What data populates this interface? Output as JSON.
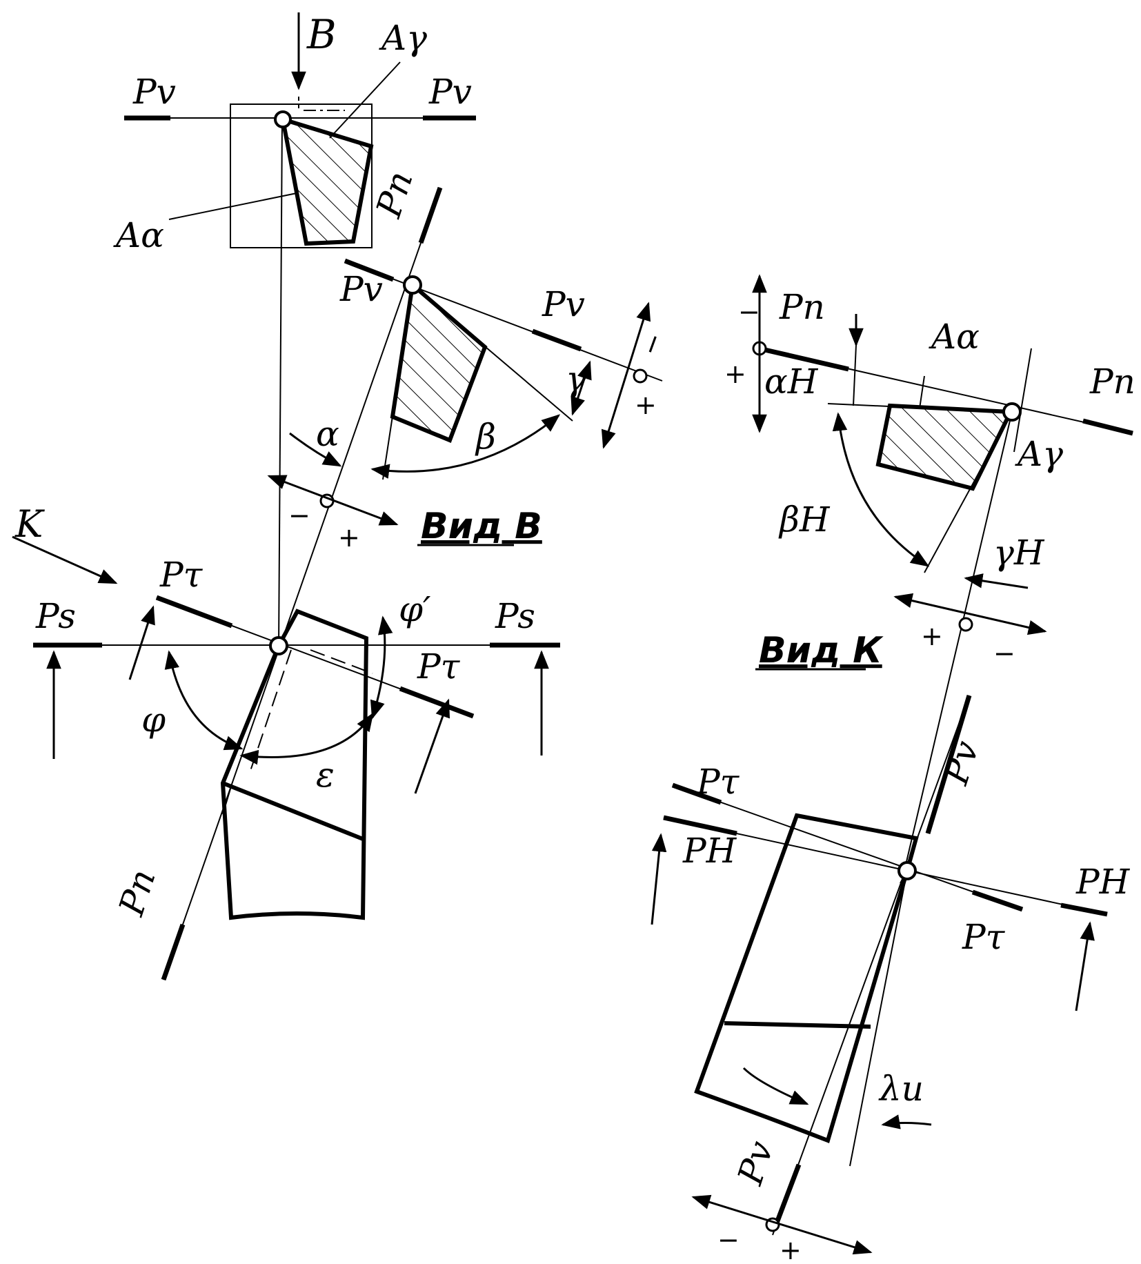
{
  "labels": {
    "B": "B",
    "A_gamma": "Aγ",
    "A_alpha": "Aα",
    "P_v": "Pv",
    "P_n": "Pn",
    "P_tau": "Pτ",
    "P_s": "Ps",
    "P_H": "PH",
    "K": "K",
    "alpha": "α",
    "beta": "β",
    "gamma": "γ",
    "phi": "φ",
    "phi_prime": "φ′",
    "epsilon": "ε",
    "alpha_H": "αH",
    "beta_H": "βH",
    "gamma_H": "γH",
    "lambda": "λu",
    "plus": "+",
    "minus": "−"
  },
  "captions": {
    "view_B": "Вид В",
    "view_K": "Вид К"
  }
}
